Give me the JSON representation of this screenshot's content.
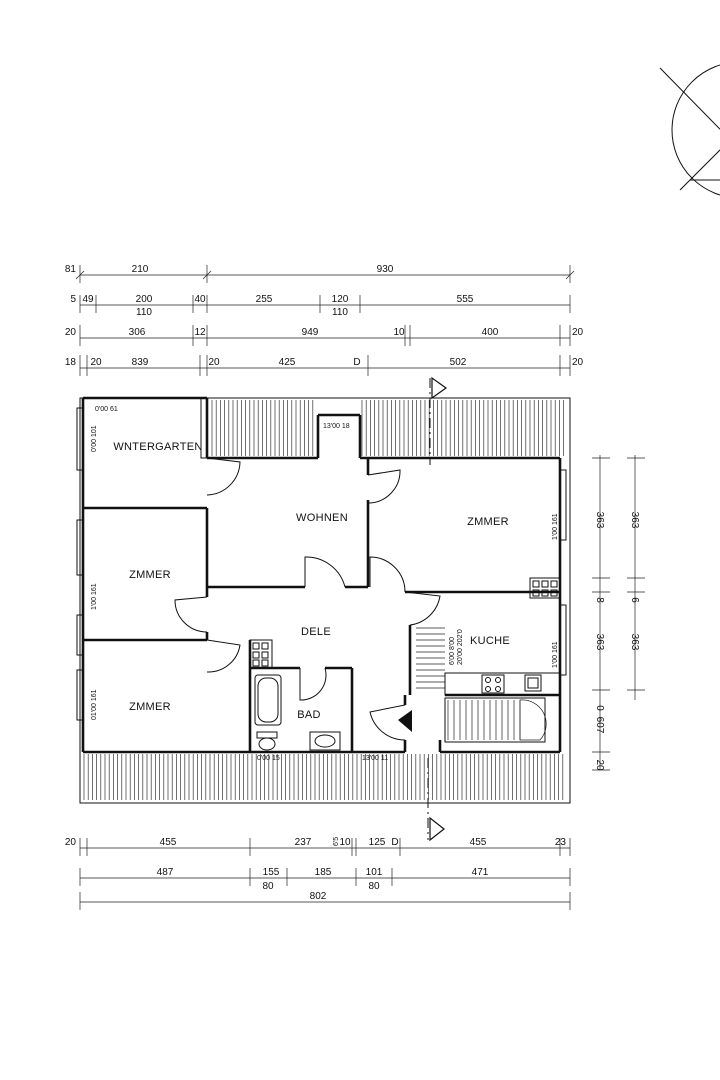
{
  "rooms": {
    "wintergarten": "WNTERGARTEN",
    "wohnen": "WOHNEN",
    "zimmer_east": "ZMMER",
    "zimmer_west_upper": "ZMMER",
    "zimmer_west_lower": "ZMMER",
    "diele": "DELE",
    "kueche": "KUCHE",
    "bad": "BAD"
  },
  "small_labels": {
    "wintergarten_window_top": "0'00 61",
    "wintergarten_window_left": "0'00 101",
    "wohnen_window": "13'00 18",
    "zimmer_east_window": "1'00 161",
    "zimmer_west_upper_window": "1'00 161",
    "zimmer_west_lower_window": "01'00 161",
    "kueche_window": "1'00 161",
    "bad_label": "0'00 15",
    "storage_label": "13'00 11",
    "stair_note_1": "6'00 8'00",
    "stair_note_2": "20'00 202'0"
  },
  "dims_top": {
    "row1": [
      "81",
      "210",
      "930"
    ],
    "row2": [
      "5",
      "49",
      "200",
      "40",
      "255",
      "120",
      "555"
    ],
    "row2_sub": [
      "110",
      "110"
    ],
    "row3": [
      "20",
      "306",
      "12",
      "949",
      "10",
      "400",
      "20"
    ],
    "row4": [
      "18",
      "20",
      "839",
      "20",
      "425",
      "D",
      "502",
      "20"
    ]
  },
  "dims_bottom": {
    "row1": [
      "20",
      "455",
      "237",
      "10",
      "125",
      "D",
      "455",
      "23"
    ],
    "row1_extra": "6'5",
    "row2": [
      "487",
      "155",
      "185",
      "101",
      "471"
    ],
    "row2_sub": [
      "80",
      "80"
    ],
    "row3": [
      "802"
    ]
  },
  "dims_right": {
    "inner": [
      "363",
      "8",
      "363",
      "0",
      "607",
      "20"
    ],
    "outer": [
      "363",
      "6",
      "363"
    ]
  }
}
